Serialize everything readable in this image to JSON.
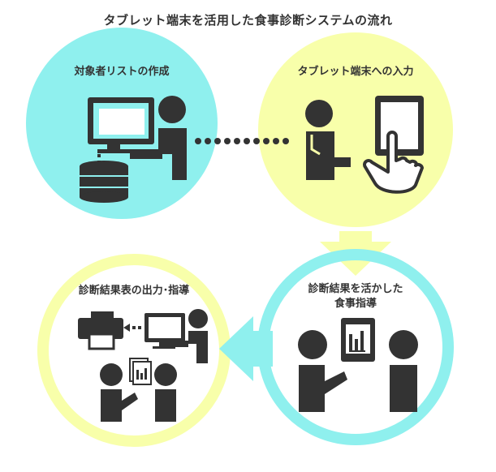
{
  "title": "タブレット端末を活用した食事診断システムの流れ",
  "steps": [
    {
      "label": "対象者リストの作成",
      "color": "#8ff0ee"
    },
    {
      "label": "タブレット端末への入力",
      "color": "#f8ffaa"
    },
    {
      "label": "診断結果を活かした\n食事指導",
      "color": "#8ff0ee"
    },
    {
      "label": "診断結果表の出力･指導",
      "color": "#f8ffaa"
    }
  ],
  "colors": {
    "icon": "#333333",
    "arrow_yellow": "#f8ffaa",
    "arrow_cyan": "#8ff0ee"
  }
}
